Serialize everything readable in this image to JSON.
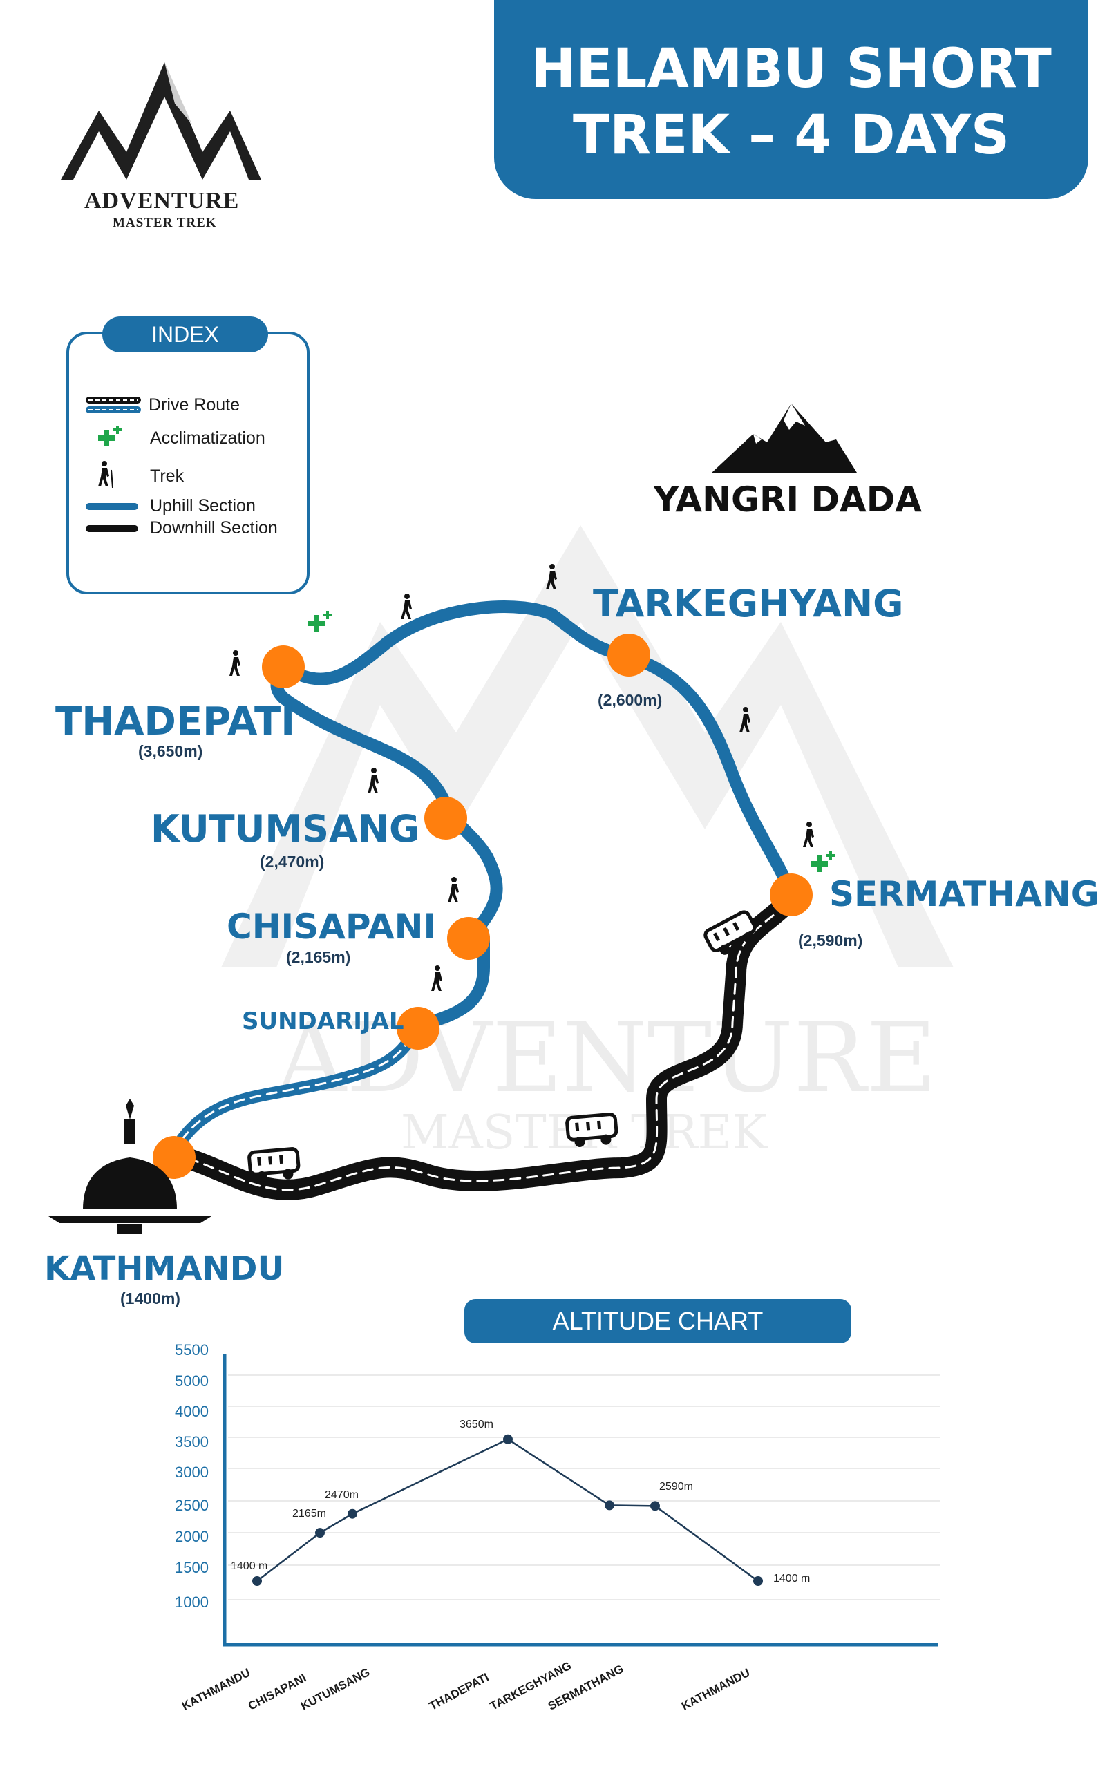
{
  "title": {
    "line1": "HELAMBU SHORT",
    "line2": "TREK – 4 DAYS"
  },
  "logo": {
    "name": "ADVENTURE",
    "sub": "MASTER TREK"
  },
  "watermark": {
    "name": "ADVENTURE",
    "sub": "MASTER TREK"
  },
  "index": {
    "title": "INDEX",
    "items": [
      {
        "label": "Drive Route",
        "icon": "drive-route-icon"
      },
      {
        "label": "Acclimatization",
        "icon": "acclimatization-cross-icon"
      },
      {
        "label": "Trek",
        "icon": "hiker-icon"
      },
      {
        "label": "Uphill Section",
        "icon": "blue-line-icon"
      },
      {
        "label": "Downhill  Section",
        "icon": "black-line-icon"
      }
    ]
  },
  "peak": {
    "label": "YANGRI DADA",
    "icon": "mountain-icon"
  },
  "places": [
    {
      "name": "THADEPATI",
      "altitude": "(3,650m)"
    },
    {
      "name": "KUTUMSANG",
      "altitude": "(2,470m)"
    },
    {
      "name": "CHISAPANI",
      "altitude": "(2,165m)"
    },
    {
      "name": "SUNDARIJAL",
      "altitude": ""
    },
    {
      "name": "TARKEGHYANG",
      "altitude": "(2,600m)"
    },
    {
      "name": "SERMATHANG",
      "altitude": "(2,590m)"
    },
    {
      "name": "KATHMANDU",
      "altitude": "(1400m)"
    }
  ],
  "colors": {
    "primary": "#1c6fa6",
    "node": "#ff7f0e",
    "green": "#1fa64a",
    "road": "#111111"
  },
  "chart_title": "ALTITUDE CHART",
  "chart_data": {
    "type": "line",
    "title": "ALTITUDE CHART",
    "categories": [
      "KATHMANDU",
      "CHISAPANI",
      "KUTUMSANG",
      "THADEPATI",
      "TARKEGHYANG",
      "SERMATHANG",
      "KATHMANDU"
    ],
    "y_ticks": [
      1000,
      1500,
      2000,
      2500,
      3000,
      3500,
      4000,
      5000,
      5500
    ],
    "points": [
      {
        "x": "KATHMANDU",
        "y": 1400,
        "label": "1400 m"
      },
      {
        "x": "CHISAPANI",
        "y": 2165,
        "label": "2165m"
      },
      {
        "x": "KUTUMSANG",
        "y": 2470,
        "label": "2470m"
      },
      {
        "x": "THADEPATI",
        "y": 3650,
        "label": "3650m"
      },
      {
        "x": "TARKEGHYANG",
        "y": 2600,
        "label": ""
      },
      {
        "x": "SERMATHANG",
        "y": 2590,
        "label": "2590m"
      },
      {
        "x": "KATHMANDU",
        "y": 1400,
        "label": "1400 m"
      }
    ],
    "grid": true,
    "line_color": "#1f3b57"
  }
}
